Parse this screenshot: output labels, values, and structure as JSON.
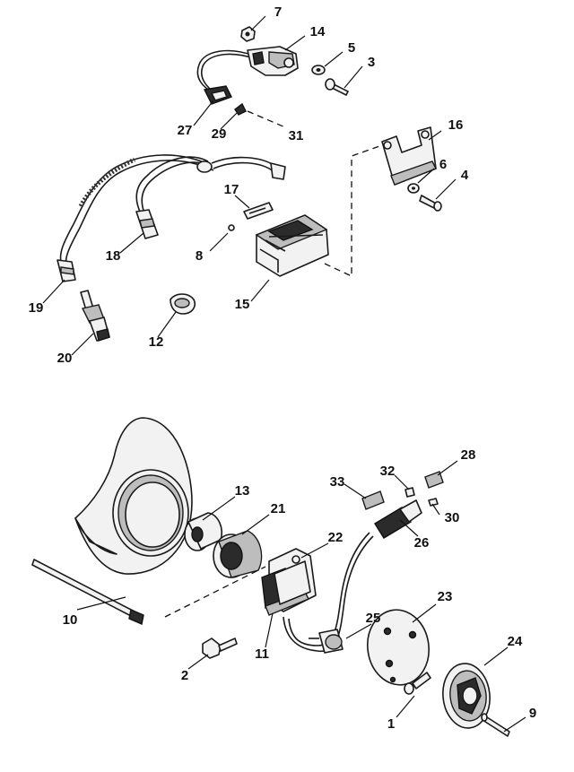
{
  "diagram": {
    "callouts": [
      {
        "id": "c7",
        "label": "7"
      },
      {
        "id": "c14",
        "label": "14"
      },
      {
        "id": "c5",
        "label": "5"
      },
      {
        "id": "c3",
        "label": "3"
      },
      {
        "id": "c27",
        "label": "27"
      },
      {
        "id": "c29",
        "label": "29"
      },
      {
        "id": "c31",
        "label": "31"
      },
      {
        "id": "c16",
        "label": "16"
      },
      {
        "id": "c6",
        "label": "6"
      },
      {
        "id": "c4",
        "label": "4"
      },
      {
        "id": "c17",
        "label": "17"
      },
      {
        "id": "c18",
        "label": "18"
      },
      {
        "id": "c8",
        "label": "8"
      },
      {
        "id": "c15",
        "label": "15"
      },
      {
        "id": "c19",
        "label": "19"
      },
      {
        "id": "c12",
        "label": "12"
      },
      {
        "id": "c20",
        "label": "20"
      },
      {
        "id": "c28",
        "label": "28"
      },
      {
        "id": "c32",
        "label": "32"
      },
      {
        "id": "c33",
        "label": "33"
      },
      {
        "id": "c13",
        "label": "13"
      },
      {
        "id": "c21",
        "label": "21"
      },
      {
        "id": "c30",
        "label": "30"
      },
      {
        "id": "c22",
        "label": "22"
      },
      {
        "id": "c26",
        "label": "26"
      },
      {
        "id": "c10",
        "label": "10"
      },
      {
        "id": "c23",
        "label": "23"
      },
      {
        "id": "c25",
        "label": "25"
      },
      {
        "id": "c11",
        "label": "11"
      },
      {
        "id": "c24",
        "label": "24"
      },
      {
        "id": "c2",
        "label": "2"
      },
      {
        "id": "c9",
        "label": "9"
      },
      {
        "id": "c1",
        "label": "1"
      }
    ]
  }
}
